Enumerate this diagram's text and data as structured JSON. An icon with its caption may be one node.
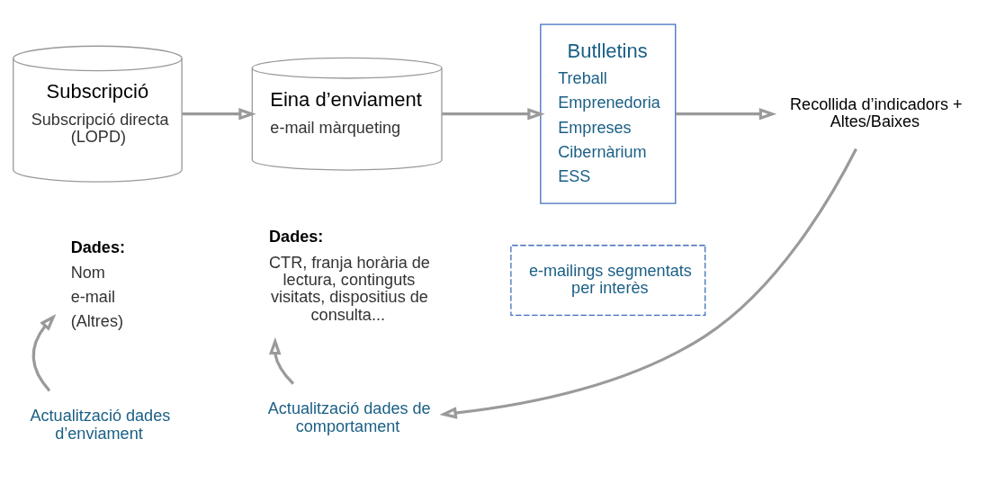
{
  "diagram": {
    "nodes": [
      {
        "text": [
          "Subscripció",
          "Subscripció directa (LOPD)"
        ]
      },
      {
        "text": [
          "Eina d’enviament",
          "e-mail màrqueting"
        ]
      },
      {
        "text": [
          "Butlletins",
          "Treball",
          "Emprenedoria",
          "Empreses",
          "Cibernàrium",
          "ESS"
        ]
      },
      {
        "text": [
          "Recollida d’indicadors + Altes/Baixes"
        ]
      },
      {
        "text": [
          "e-mailings segmentats per interès"
        ]
      },
      {
        "text": [
          "Dades:",
          "Nom",
          "e-mail",
          "(Altres)"
        ]
      },
      {
        "text": [
          "Dades:",
          "CTR, franja horària de lectura, continguts visitats, dispositius de consulta..."
        ]
      },
      {
        "text": [
          "Actualització dades d’enviament"
        ]
      },
      {
        "text": [
          "Actualització dades de comportament"
        ]
      }
    ],
    "edges": [
      {
        "from": 0,
        "to": 1,
        "arrow": "to"
      },
      {
        "from": 1,
        "to": 2,
        "arrow": "to"
      },
      {
        "from": 2,
        "to": 3,
        "arrow": "to"
      },
      {
        "from": 7,
        "to": 5,
        "arrow": "to"
      },
      {
        "from": 8,
        "to": 6,
        "arrow": "to"
      },
      {
        "from": 3,
        "to": 8,
        "arrow": "to"
      }
    ]
  }
}
